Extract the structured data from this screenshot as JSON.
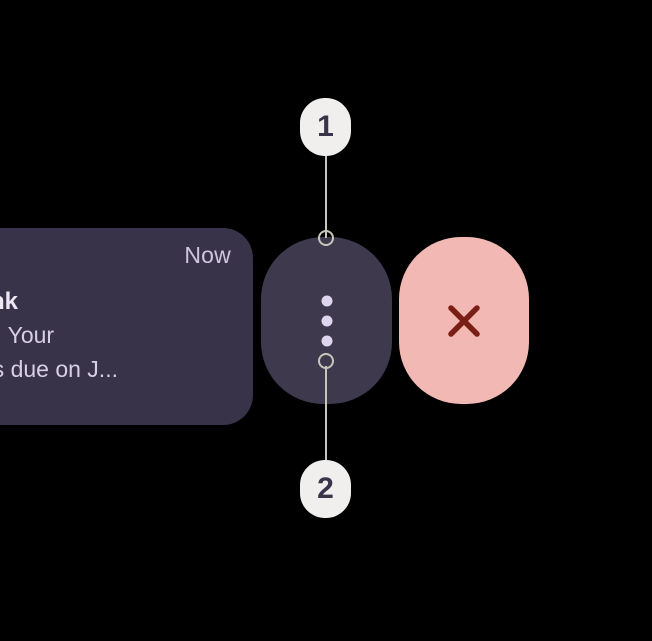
{
  "screen": {
    "background": "#000000"
  },
  "notification": {
    "timestamp": "Now",
    "app_name": "bank",
    "line_1": "der: Your",
    "line_2": "nt is due on J...",
    "surface_color": "#39334A",
    "text_color": "#D7CFE4"
  },
  "actions": {
    "menu": {
      "label": "more-options",
      "icon": "three-dots-vertical-icon",
      "background": "#3F394E",
      "dot_color": "#DED5EE"
    },
    "dismiss": {
      "label": "dismiss",
      "icon": "close-x-icon",
      "background": "#F2B8B3",
      "icon_color": "#7A1F16"
    }
  },
  "callouts": {
    "marker_color": "#F0EFEE",
    "marker_text_color": "#3A344A",
    "leader_color": "#C7C6BB",
    "items": [
      {
        "number": "1",
        "target": "more-options-button"
      },
      {
        "number": "2",
        "target": "more-options-button"
      }
    ]
  }
}
